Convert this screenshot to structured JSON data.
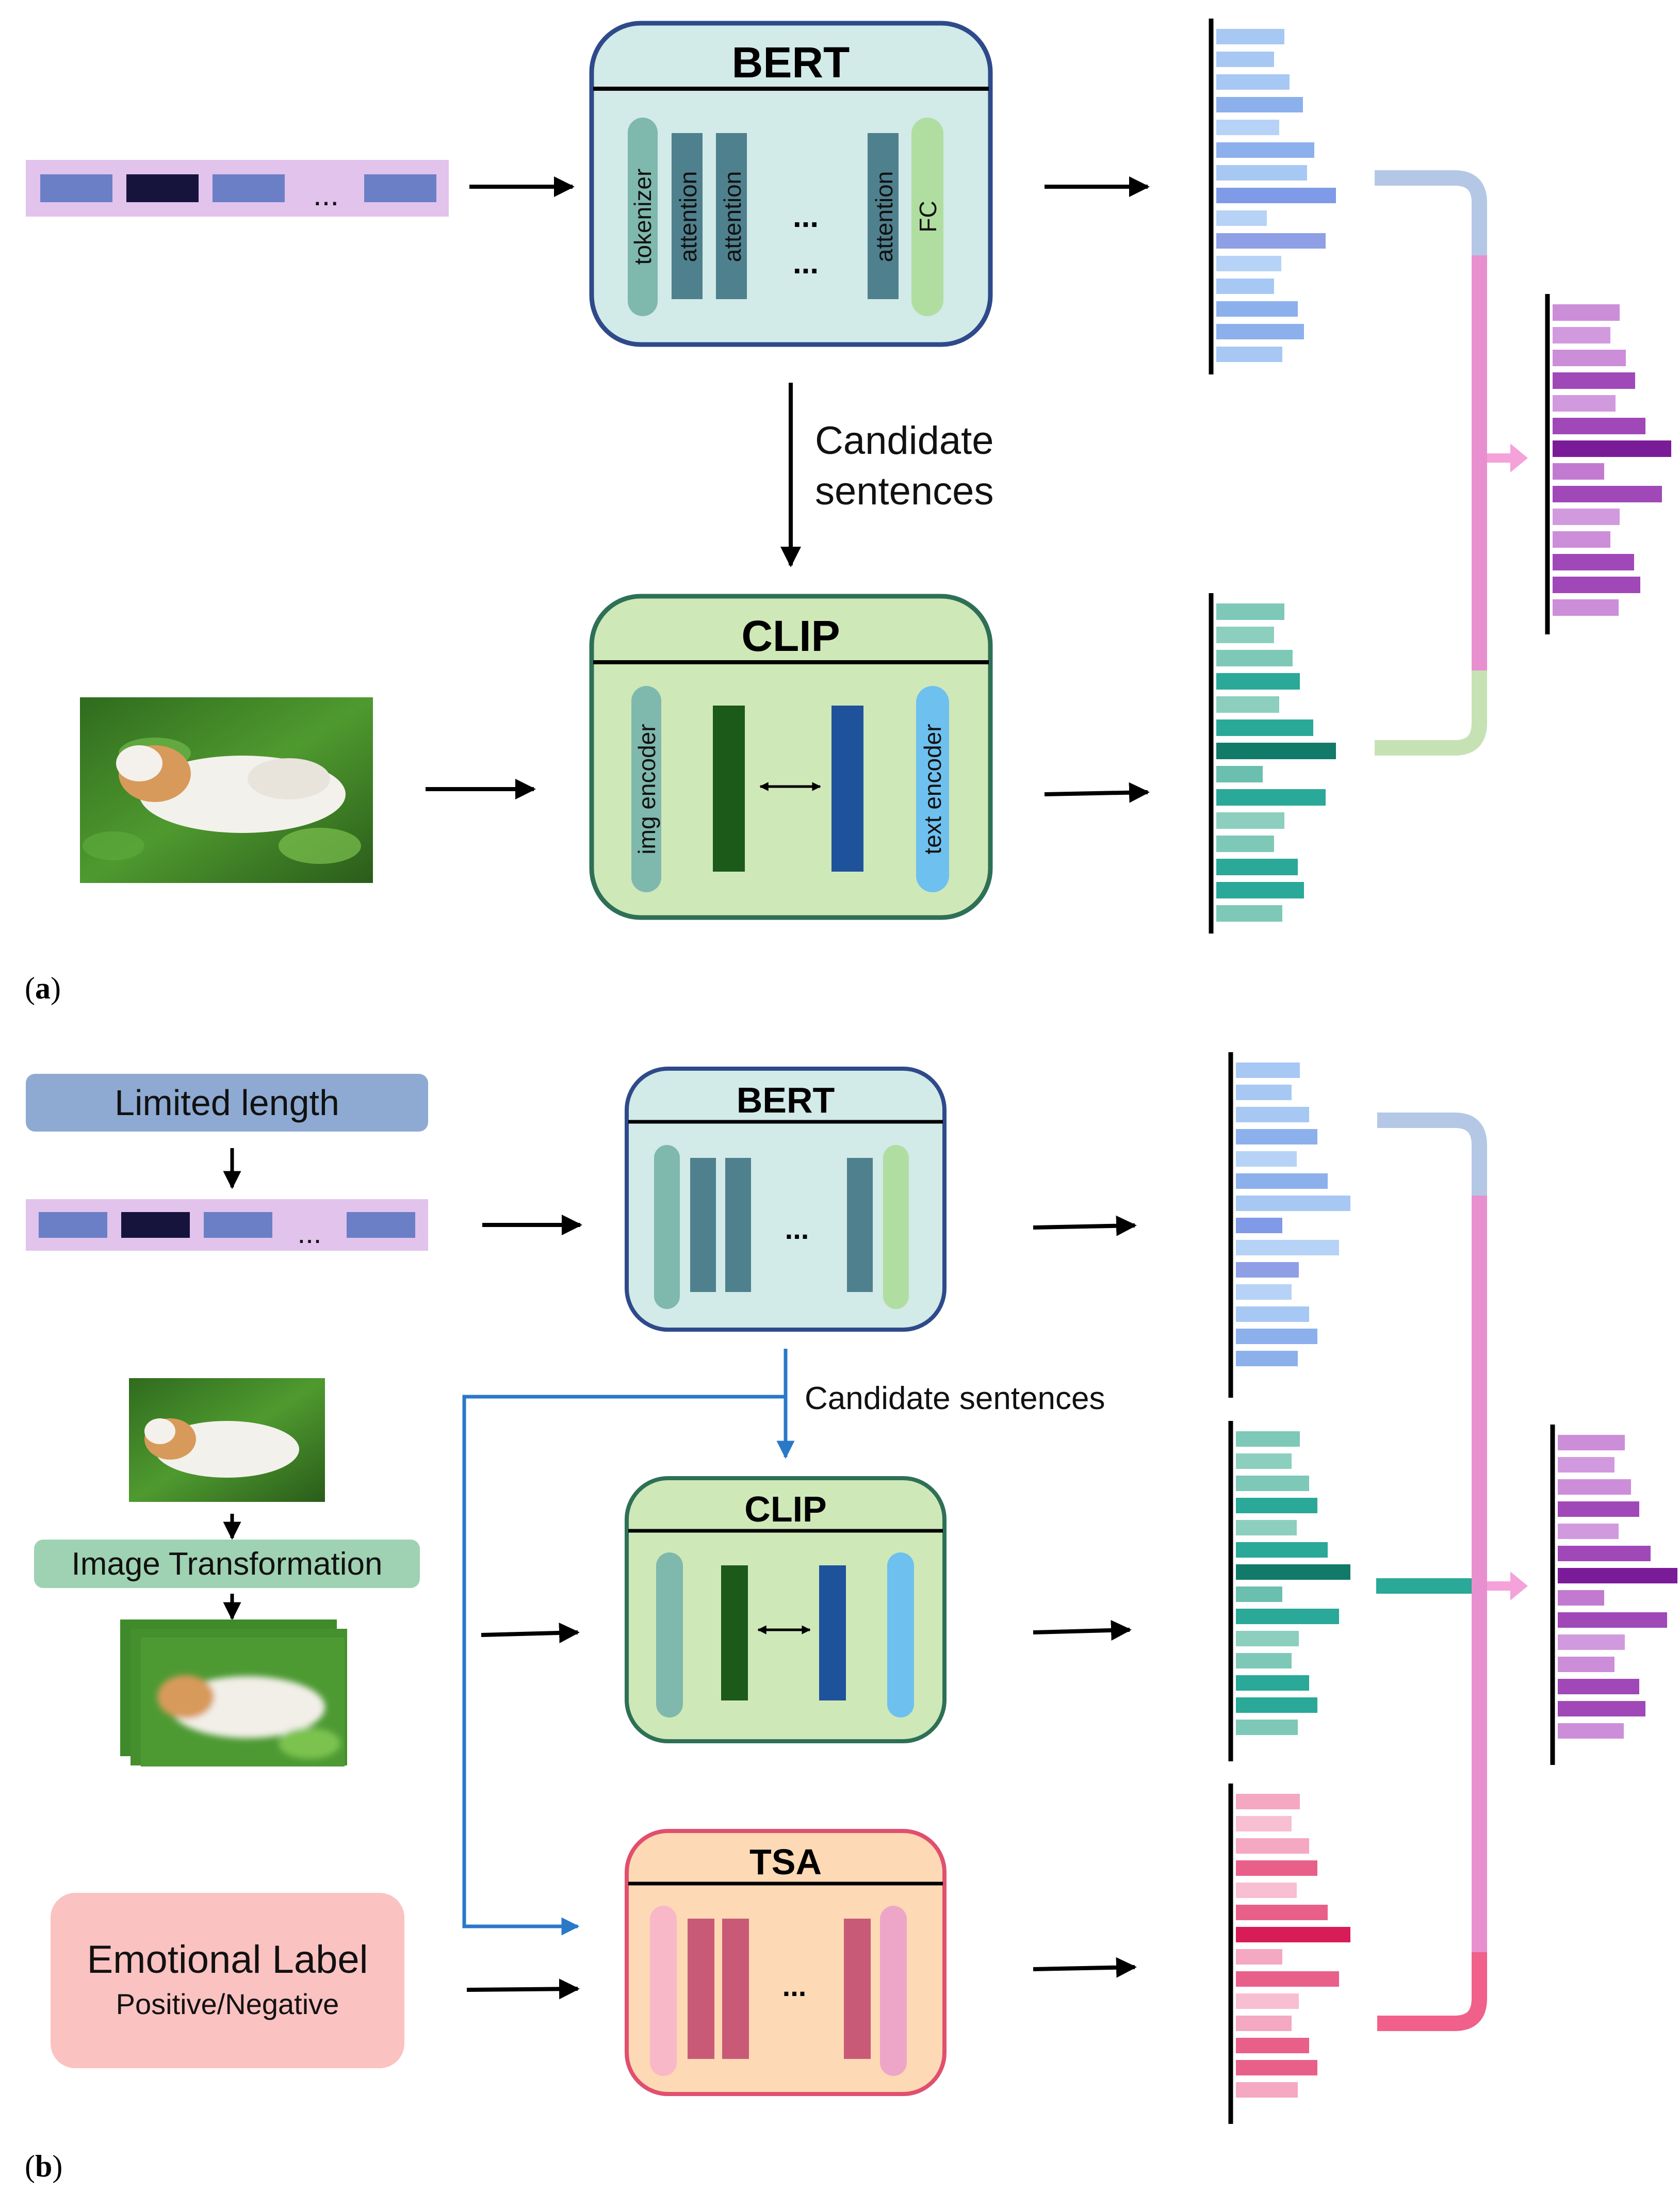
{
  "panel_a": {
    "label_open": "(",
    "label_letter": "a",
    "label_close": ")",
    "bert": {
      "title": "BERT",
      "layers": [
        "tokenizer",
        "attention",
        "attention",
        "attention",
        "FC"
      ],
      "ellipsis": "..."
    },
    "clip": {
      "title": "CLIP",
      "img_encoder": "img encoder",
      "text_encoder": "text encoder"
    },
    "token_ellipsis": "...",
    "candidate_line1": "Candidate",
    "candidate_line2": "sentences"
  },
  "panel_b": {
    "label_open": "(",
    "label_letter": "b",
    "label_close": ")",
    "limited_length": "Limited length",
    "token_ellipsis": "...",
    "bert_title": "BERT",
    "bert_ellipsis": "...",
    "candidate_sentences": "Candidate sentences",
    "image_transformation": "Image Transformation",
    "clip_title": "CLIP",
    "tsa_title": "TSA",
    "tsa_ellipsis": "...",
    "emotional_label": "Emotional Label",
    "emotional_sub": "Positive/Negative"
  },
  "colors": {
    "bert_fill": "#d2eae8",
    "bert_stroke": "#2f4a8a",
    "clip_fill": "#cfe8b8",
    "clip_stroke": "#2e7056",
    "tsa_fill": "#fdd9b5",
    "tsa_stroke": "#e0506e",
    "token_bg": "#e2c3ec",
    "token_block": "#6b7fc7",
    "token_dark": "#16143c",
    "blue_arrow": "#2a78c8",
    "bracket_pink": "#e890cf",
    "bracket_blue": "#b4c8e6",
    "bracket_green": "#c6e2b4",
    "bracket_red": "#f0608a",
    "teal_bar": "#2aa898"
  }
}
